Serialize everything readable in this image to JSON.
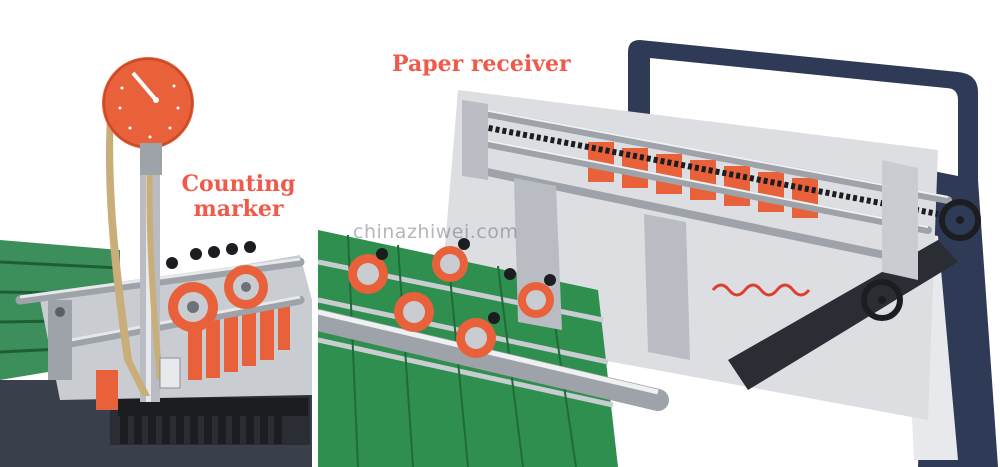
{
  "labels": {
    "counting_marker_line1": "Counting",
    "counting_marker_line2": "marker",
    "paper_receiver": "Paper receiver"
  },
  "watermark": "chinazhiwei.com",
  "colors": {
    "label_red": "#f05a4a",
    "machine_orange": "#e8613a",
    "belt_green": "#2f8f4e",
    "frame_navy": "#2f3a57",
    "steel_gray": "#b9bcc2"
  }
}
